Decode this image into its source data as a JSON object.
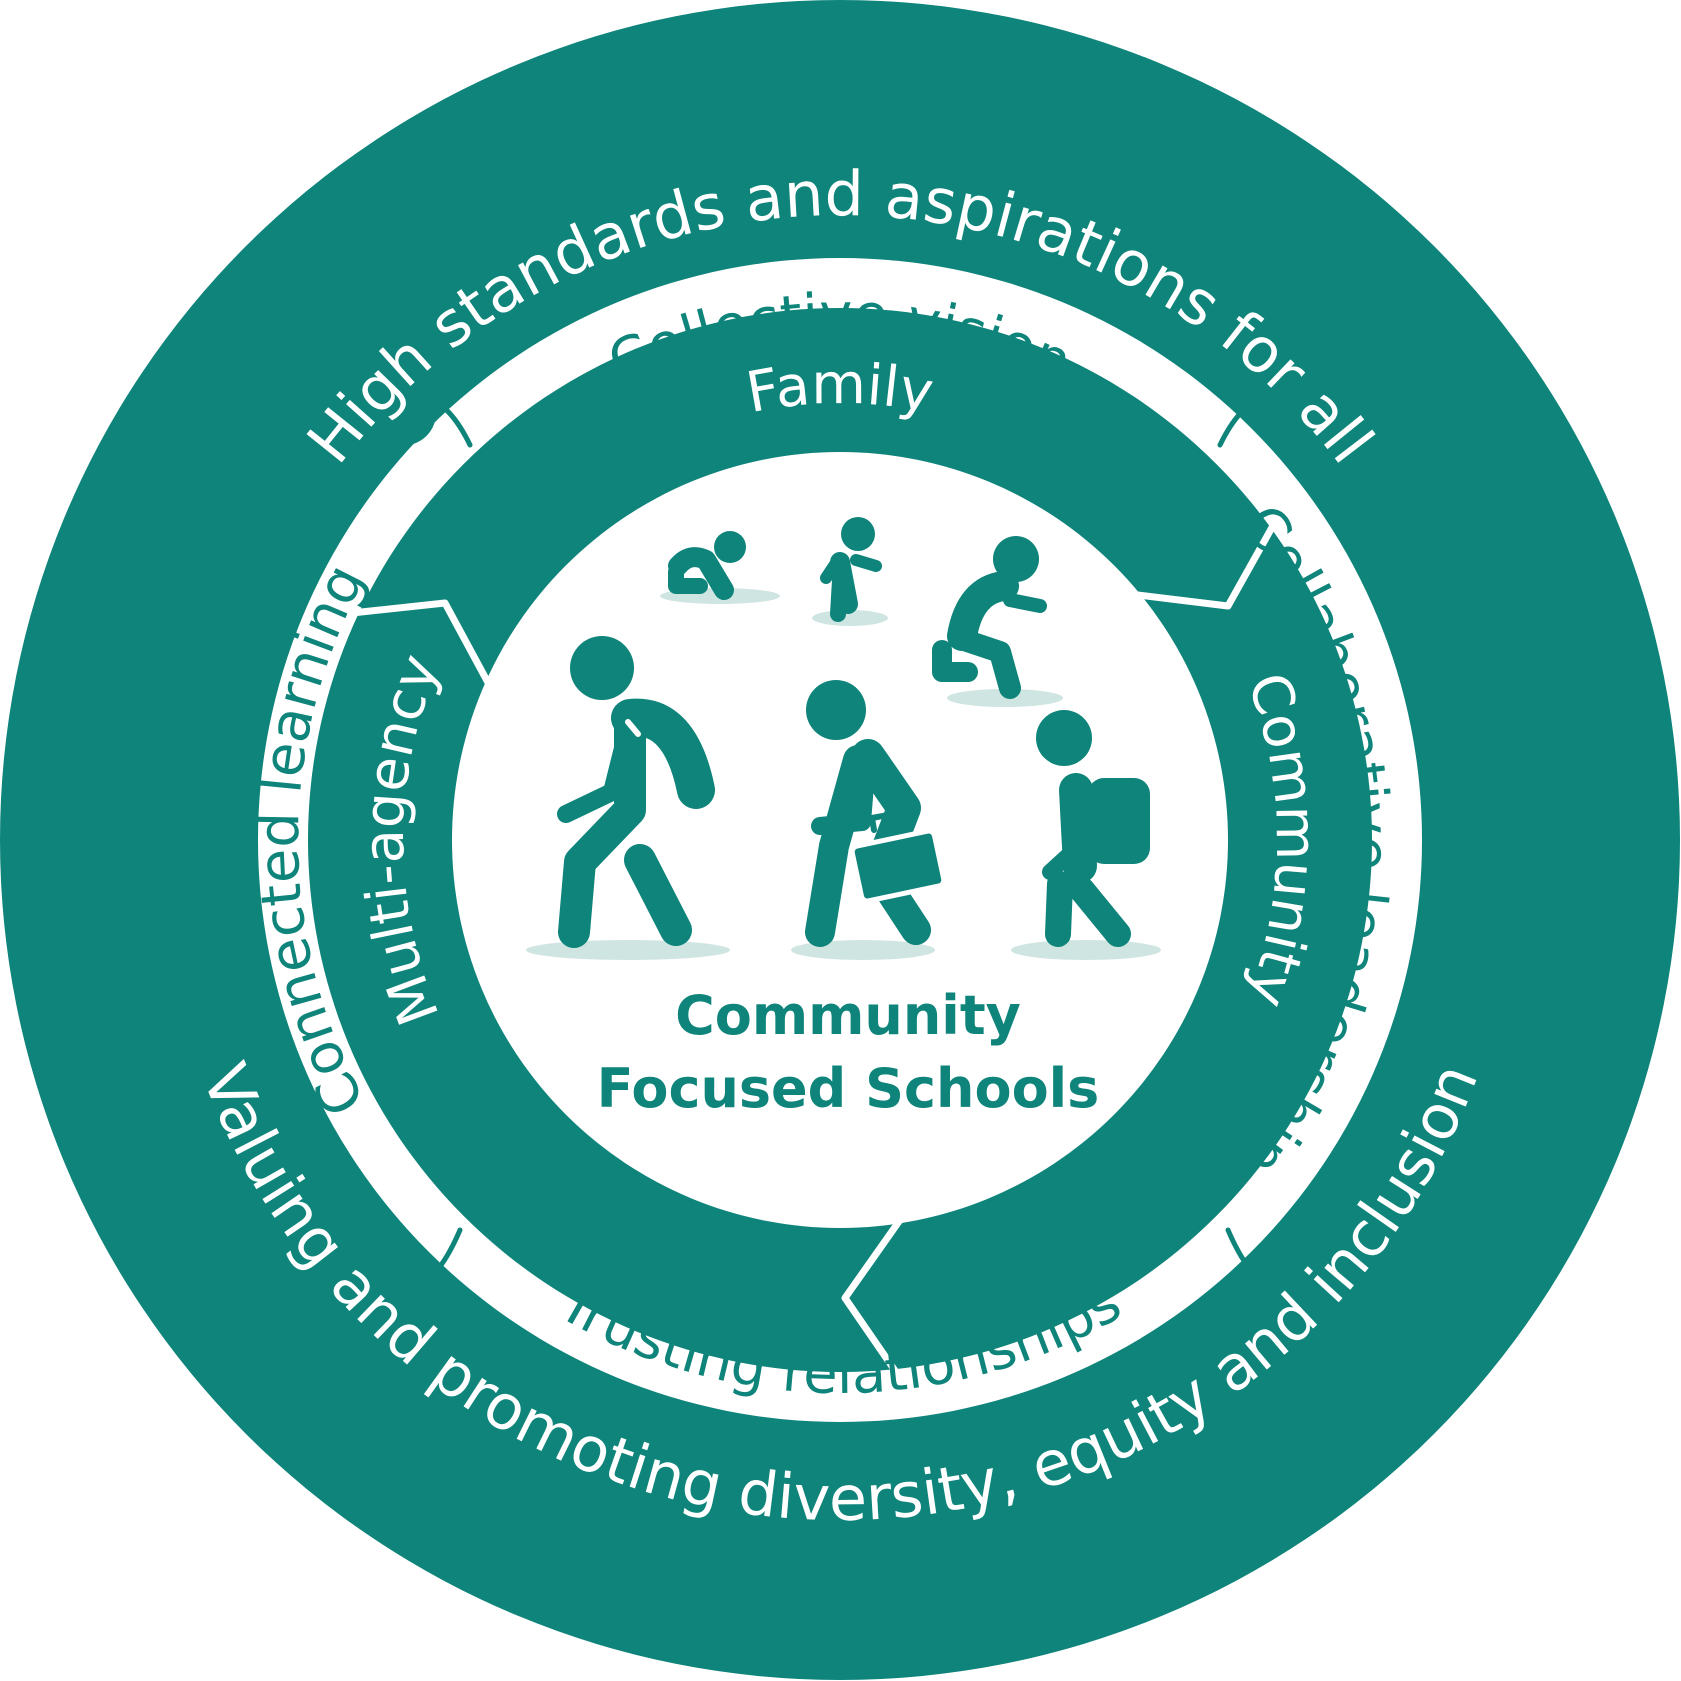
{
  "outer_ring": {
    "top": "High standards and aspirations for all",
    "bottom": "Valuing and promoting diversity, equity and inclusion"
  },
  "puzzle_ring": {
    "top": "Collective vision",
    "right": "Collaborative leadership",
    "bottom": "Trusting relationships",
    "left": "Connected learning"
  },
  "inner_ring": {
    "top": "Family",
    "right": "Community",
    "left": "Multi-agency"
  },
  "center": {
    "line1": "Community",
    "line2": "Focused Schools"
  },
  "colors": {
    "teal": "#0e847a",
    "shadow": "#cfe5e2",
    "white": "#ffffff"
  },
  "icons": [
    "baby-crawling-icon",
    "toddler-icon",
    "child-kneeling-icon",
    "adult-walking-icon",
    "student-with-briefcase-icon",
    "child-with-backpack-icon"
  ]
}
